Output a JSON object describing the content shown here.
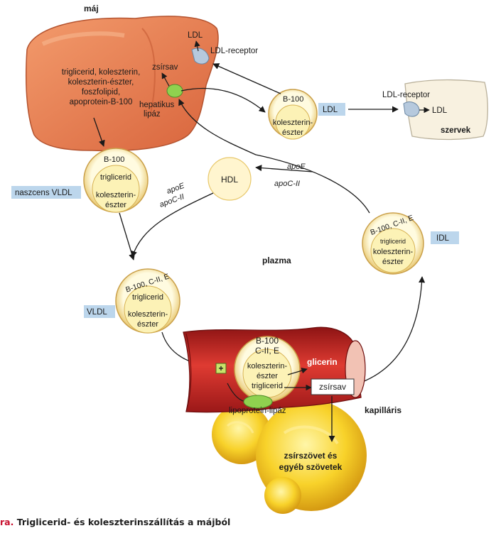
{
  "liver": {
    "title": "máj",
    "ldl": "LDL",
    "ldl_receptor": "LDL-receptor",
    "fatty_acid": "zsírsav",
    "contents": [
      "triglicerid, koleszterin,",
      "koleszterin-észter,",
      "foszfolipid,",
      "apoprotein-B-100"
    ],
    "hepatic_lipase": [
      "hepatikus",
      "lipáz"
    ]
  },
  "organs": {
    "title": "szervek",
    "ldl_receptor": "LDL-receptor",
    "ldl": "LDL"
  },
  "particles": {
    "ldl": {
      "apo": "B-100",
      "core": [
        "koleszterin-",
        "észter"
      ],
      "tag": "LDL"
    },
    "nascent_vldl": {
      "apo": "B-100",
      "tg": "triglicerid",
      "core": [
        "koleszterin-",
        "észter"
      ],
      "tag": "naszcens VLDL"
    },
    "hdl": {
      "label": "HDL",
      "apo1": "apoE",
      "apo2": "apoC-II",
      "apo3": "apoE",
      "apo4": "apoC-II"
    },
    "vldl": {
      "apo": "B-100, C-II, E",
      "tg": "triglicerid",
      "core": [
        "koleszterin-",
        "észter"
      ],
      "tag": "VLDL"
    },
    "idl": {
      "apo": "B-100, C-II, E",
      "tg": "triglicerid",
      "core": [
        "koleszterin-",
        "észter"
      ],
      "tag": "IDL"
    },
    "capillary": {
      "apo1": "B-100",
      "apo2": "C-II, E",
      "core": [
        "koleszterin-",
        "észter"
      ],
      "tg": "triglicerid"
    }
  },
  "plasma": "plazma",
  "capillary": {
    "label": "kapilláris",
    "glycerol": "glicerin",
    "fatty_acid": "zsírsav",
    "lipase": "lipoprotein-lipáz",
    "plus": "+"
  },
  "adipose": [
    "zsírszövet és",
    "egyéb szövetek"
  ],
  "caption": {
    "number": "ra.",
    "text": " Triglicerid- és koleszterinszállítás a májból"
  },
  "colors": {
    "tag_blue": "#bcd6ec",
    "particle_fill": "#fcf2b6",
    "particle_ring": "#e3b95a",
    "liver": "#e9875a",
    "vessel": "#c62828",
    "fat": "#f6cc21",
    "enzyme": "#8fd14f"
  }
}
